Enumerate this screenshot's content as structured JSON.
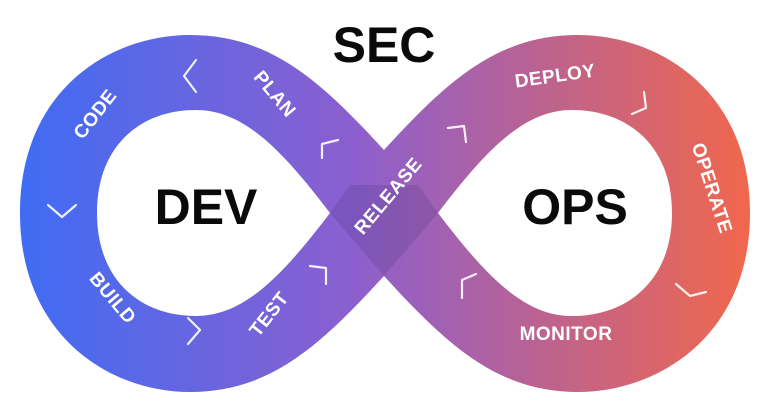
{
  "title": "SEC",
  "left_loop": {
    "label": "DEV"
  },
  "right_loop": {
    "label": "OPS"
  },
  "stages": {
    "code": "CODE",
    "plan": "PLAN",
    "build": "BUILD",
    "test": "TEST",
    "release": "RELEASE",
    "deploy": "DEPLOY",
    "operate": "OPERATE",
    "monitor": "MONITOR"
  },
  "colors": {
    "gradient_start": "#3f6cf3",
    "gradient_mid": "#8b5fcf",
    "gradient_end": "#f2674a",
    "text_dark": "#0a0a0a",
    "text_light": "#ffffff"
  }
}
